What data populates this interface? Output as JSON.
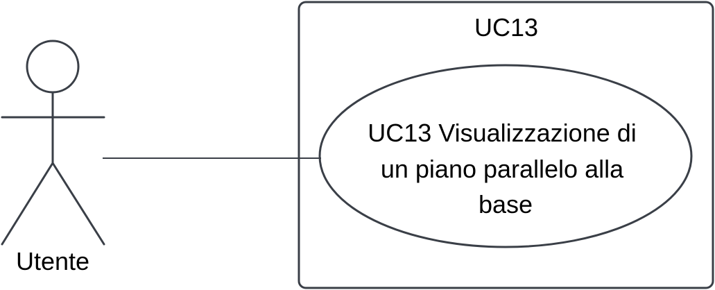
{
  "system_boundary": {
    "title": "UC13"
  },
  "actor": {
    "name": "Utente"
  },
  "use_case": {
    "lines": [
      "UC13 Visualizzazione di",
      "un piano parallelo alla",
      "base"
    ]
  }
}
